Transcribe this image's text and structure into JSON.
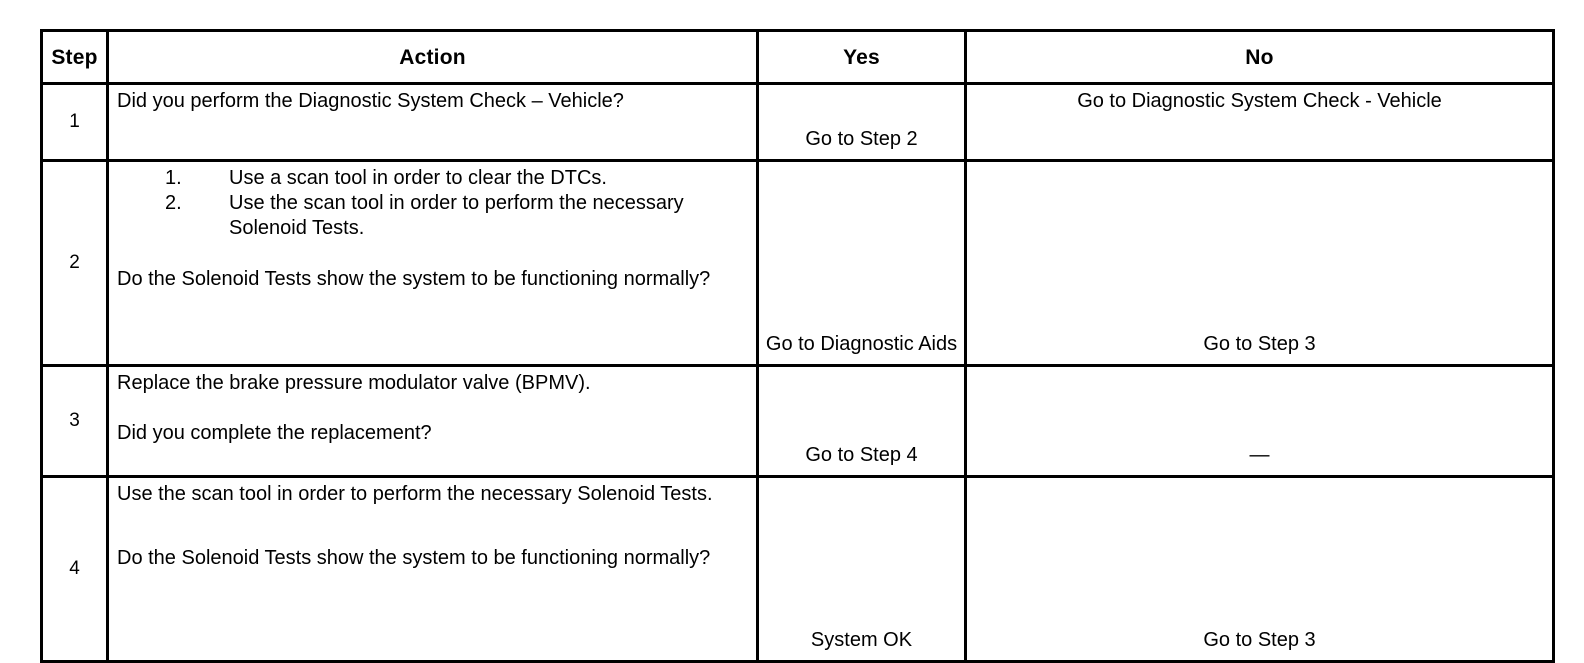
{
  "table": {
    "headers": {
      "step": "Step",
      "action": "Action",
      "yes": "Yes",
      "no": "No"
    },
    "rows": [
      {
        "step": "1",
        "action_lines": [
          "Did you perform the Diagnostic System Check – Vehicle?"
        ],
        "yes": "Go to Step 2",
        "no": "Go to Diagnostic System Check - Vehicle"
      },
      {
        "step": "2",
        "list": [
          {
            "num": "1.",
            "text": "Use a scan tool in order to clear the DTCs."
          },
          {
            "num": "2.",
            "text": "Use the scan tool in order to perform the necessary Solenoid Tests."
          }
        ],
        "question": "Do the Solenoid Tests show the system to be functioning normally?",
        "yes": "Go to Diagnostic Aids",
        "no": "Go to Step 3"
      },
      {
        "step": "3",
        "statement": "Replace the brake pressure modulator valve (BPMV).",
        "question": "Did you complete the replacement?",
        "yes": "Go to Step 4",
        "no": "—"
      },
      {
        "step": "4",
        "statement": "Use the scan tool in order to perform the necessary Solenoid Tests.",
        "question": "Do the Solenoid Tests show the system to be functioning normally?",
        "yes": "System OK",
        "no": "Go to Step 3"
      }
    ]
  },
  "colors": {
    "border": "#000000",
    "text": "#000000",
    "background": "#ffffff"
  }
}
